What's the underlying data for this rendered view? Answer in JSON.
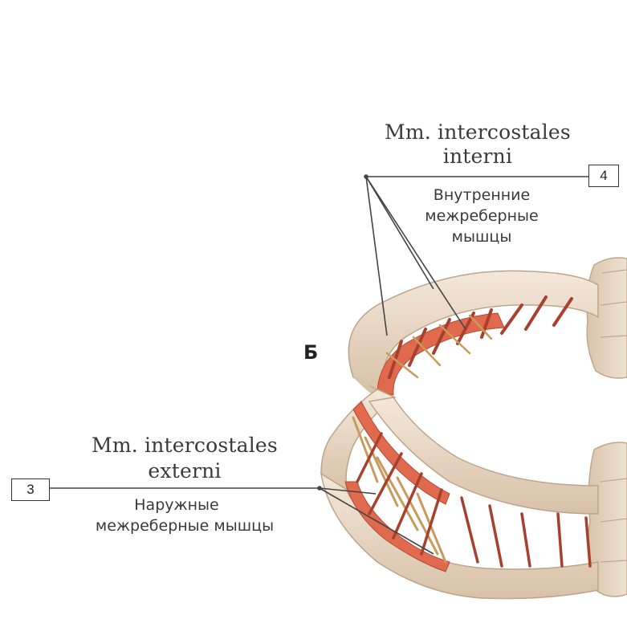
{
  "section_letter": "Б",
  "callouts": [
    {
      "id": "4",
      "latin_line1": "Mm. intercostales",
      "latin_line2": "interni",
      "russian_line1": "Внутренние",
      "russian_line2": "межреберные",
      "russian_line3": "мышцы"
    },
    {
      "id": "3",
      "latin_line1": "Mm. intercostales",
      "latin_line2": "externi",
      "russian_line1": "Наружные",
      "russian_line2": "межреберные мышцы"
    }
  ],
  "colors": {
    "bone": "#ecdcc8",
    "bone_shadow": "#c9ae93",
    "muscle": "#e06a4e",
    "muscle_fiber": "#a8402e",
    "external_fiber": "#c99a5a",
    "leader_line": "#444444"
  }
}
